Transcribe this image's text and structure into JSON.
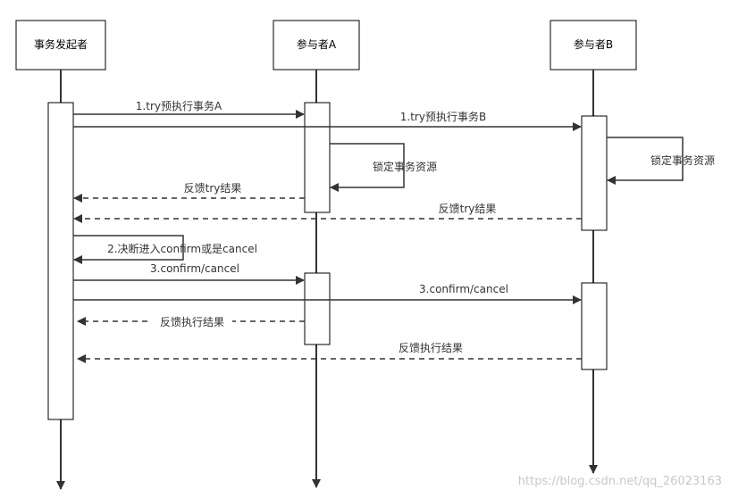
{
  "actors": {
    "initiator": "事务发起者",
    "participantA": "参与者A",
    "participantB": "参与者B"
  },
  "messages": {
    "tryA": "1.try预执行事务A",
    "tryB": "1.try预执行事务B",
    "lockA": "锁定事务资源",
    "lockB": "锁定事务资源",
    "feedbackTryA": "反馈try结果",
    "feedbackTryB": "反馈try结果",
    "decide": "2.决断进入confirm或是cancel",
    "confirmA": "3.confirm/cancel",
    "confirmB": "3.confirm/cancel",
    "feedbackExecA": "反馈执行结果",
    "feedbackExecB": "反馈执行结果"
  },
  "watermark": "https://blog.csdn.net/qq_26023163",
  "colors": {
    "line": "#333333",
    "box_border": "#000000",
    "watermark": "#c8c8c8"
  }
}
